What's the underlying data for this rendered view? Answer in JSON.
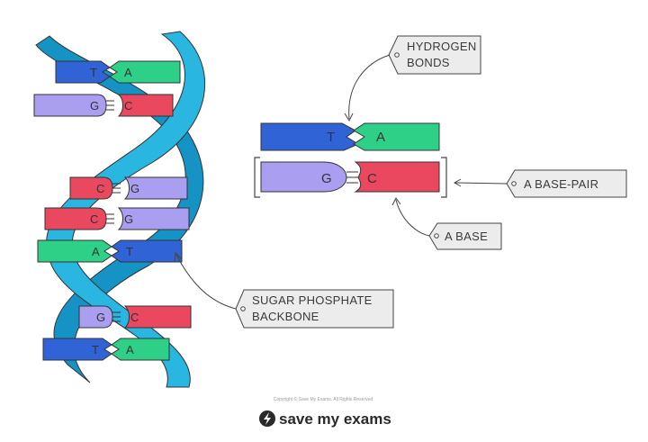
{
  "labels": {
    "hydrogen_line1": "HYDROGEN",
    "hydrogen_line2": "BONDS",
    "base_pair": "A BASE-PAIR",
    "a_base": "A BASE",
    "backbone_line1": "SUGAR PHOSPHATE",
    "backbone_line2": "BACKBONE"
  },
  "helix_pairs": [
    {
      "left": "T",
      "right": "A"
    },
    {
      "left": "G",
      "right": "C"
    },
    {
      "left": "C",
      "right": "G"
    },
    {
      "left": "C",
      "right": "G"
    },
    {
      "left": "A",
      "right": "T"
    },
    {
      "left": "G",
      "right": "C"
    },
    {
      "left": "T",
      "right": "A"
    }
  ],
  "zoom_pairs": [
    {
      "left": "T",
      "right": "A"
    },
    {
      "left": "G",
      "right": "C"
    }
  ],
  "branding": {
    "copyright": "Copyright © Save My Exams. All Rights Reserved",
    "logo_text": "save my exams"
  },
  "colors": {
    "helix": "#29b6e0",
    "helix_dark": "#1593c4",
    "A": "#2ecf86",
    "T": "#2f63d6",
    "G": "#a99ef0",
    "C": "#e9485f"
  }
}
